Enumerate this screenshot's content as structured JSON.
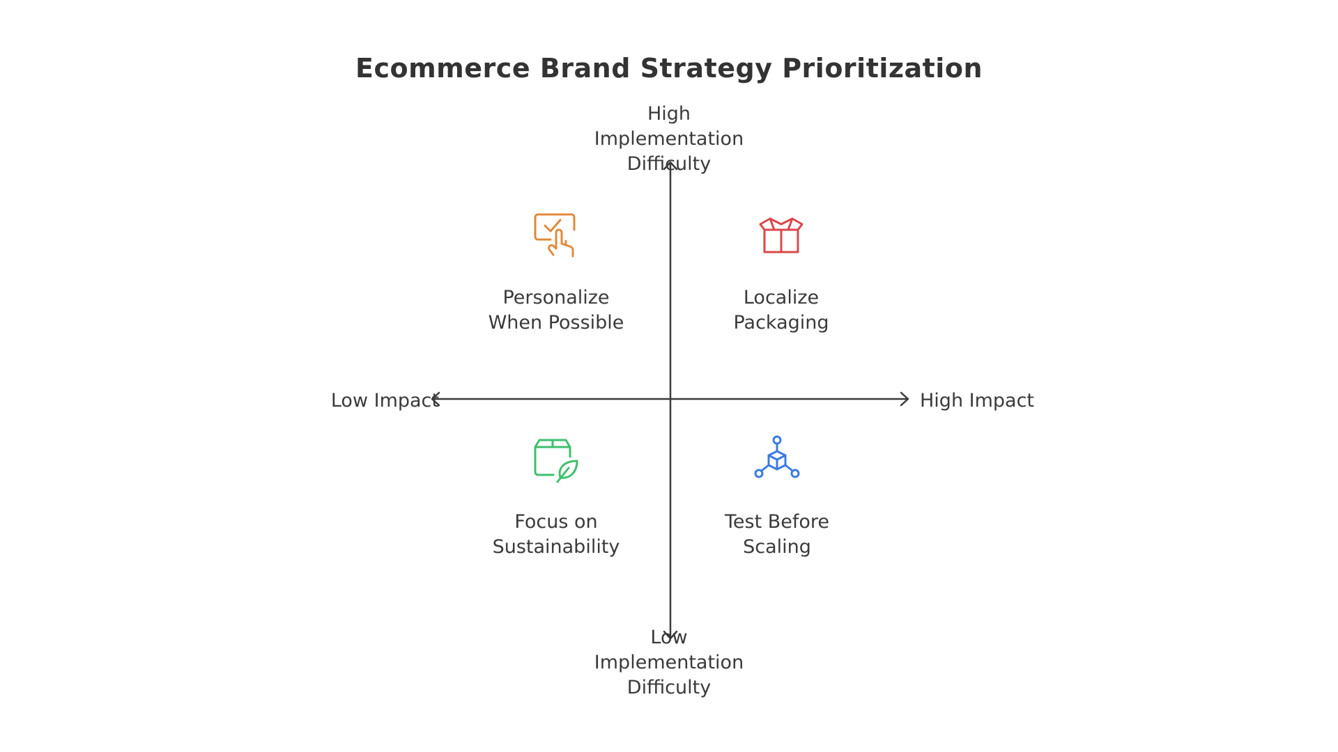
{
  "title": "Ecommerce Brand Strategy Prioritization",
  "axes": {
    "y_top": [
      "High",
      "Implementation",
      "Difficulty"
    ],
    "y_bottom": [
      "Low",
      "Implementation",
      "Difficulty"
    ],
    "x_left": "Low Impact",
    "x_right": "High Impact"
  },
  "quadrants": {
    "top_left": {
      "label": [
        "Personalize",
        "When Possible"
      ],
      "icon": "touch-checkbox-icon",
      "color": "#e08a3a"
    },
    "top_right": {
      "label": [
        "Localize",
        "Packaging"
      ],
      "icon": "open-box-icon",
      "color": "#d9484a"
    },
    "bottom_left": {
      "label": [
        "Focus on",
        "Sustainability"
      ],
      "icon": "eco-package-icon",
      "color": "#3fbf6e"
    },
    "bottom_right": {
      "label": [
        "Test Before",
        "Scaling"
      ],
      "icon": "network-cube-icon",
      "color": "#3b7be0"
    }
  },
  "colors": {
    "axis": "#3a3a3a",
    "text": "#3a3a3a",
    "background": "#ffffff"
  }
}
